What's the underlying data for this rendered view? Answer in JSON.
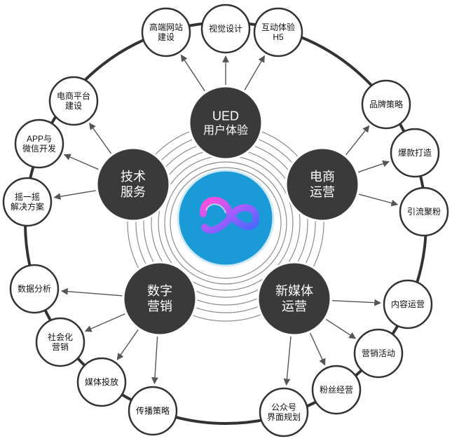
{
  "hubs": [
    {
      "id": "ued",
      "lines": [
        "UED",
        "用户体验"
      ]
    },
    {
      "id": "ecommerce",
      "lines": [
        "电商",
        "运营"
      ]
    },
    {
      "id": "newmedia",
      "lines": [
        "新媒体",
        "运营"
      ]
    },
    {
      "id": "digital",
      "lines": [
        "数字",
        "营销"
      ]
    },
    {
      "id": "tech",
      "lines": [
        "技术",
        "服务"
      ]
    }
  ],
  "leaves": [
    {
      "id": "web",
      "hub": "ued",
      "lines": [
        "高端网站",
        "建设"
      ]
    },
    {
      "id": "visual",
      "hub": "ued",
      "lines": [
        "视觉设计"
      ]
    },
    {
      "id": "h5",
      "hub": "ued",
      "lines": [
        "互动体验",
        "H5"
      ]
    },
    {
      "id": "brand",
      "hub": "ecommerce",
      "lines": [
        "品牌策略"
      ]
    },
    {
      "id": "hot",
      "hub": "ecommerce",
      "lines": [
        "爆款打造"
      ]
    },
    {
      "id": "traffic",
      "hub": "ecommerce",
      "lines": [
        "引流聚粉"
      ]
    },
    {
      "id": "content",
      "hub": "newmedia",
      "lines": [
        "内容运营"
      ]
    },
    {
      "id": "event",
      "hub": "newmedia",
      "lines": [
        "营销活动"
      ]
    },
    {
      "id": "fans",
      "hub": "newmedia",
      "lines": [
        "粉丝经营"
      ]
    },
    {
      "id": "official",
      "hub": "newmedia",
      "lines": [
        "公众号",
        "界面规划"
      ]
    },
    {
      "id": "spread",
      "hub": "digital",
      "lines": [
        "传播策略"
      ]
    },
    {
      "id": "media",
      "hub": "digital",
      "lines": [
        "媒体投放"
      ]
    },
    {
      "id": "social",
      "hub": "digital",
      "lines": [
        "社会化",
        "营销"
      ]
    },
    {
      "id": "analysis",
      "hub": "digital",
      "lines": [
        "数据分析"
      ]
    },
    {
      "id": "shake",
      "hub": "tech",
      "lines": [
        "摇一摇",
        "解决方案"
      ]
    },
    {
      "id": "app",
      "hub": "tech",
      "lines": [
        "APP与",
        "微信开发"
      ]
    },
    {
      "id": "eplat",
      "hub": "tech",
      "lines": [
        "电商平台",
        "建设"
      ]
    }
  ],
  "colors": {
    "hub_fill": "#3a3a3a",
    "logo_fill": "#1a9ad6",
    "logo_stroke": "#cfe9f6"
  },
  "logo_icon": "infinity-logo-icon"
}
